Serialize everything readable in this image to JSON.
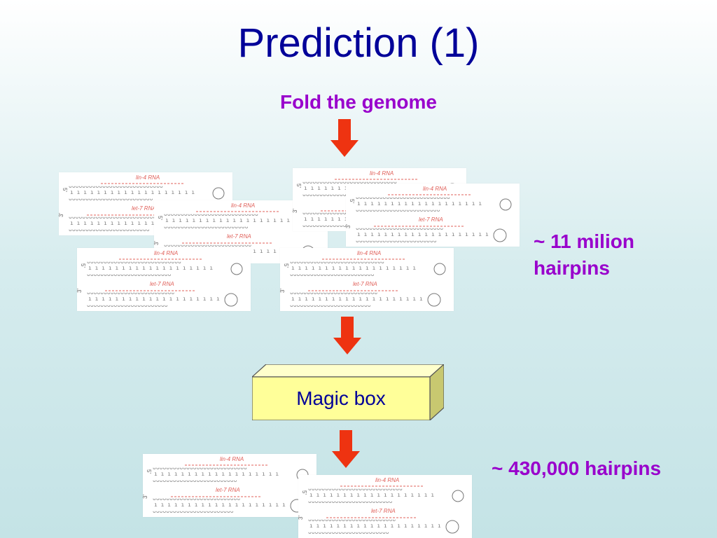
{
  "slide": {
    "title": "Prediction (1)",
    "subtitle": "Fold the genome",
    "annotation_top_line1": "~ 11 milion",
    "annotation_top_line2": "hairpins",
    "annotation_bottom": "~ 430,000 hairpins",
    "box_label": "Magic box"
  },
  "hairpin_card": {
    "upper_label": "lin-4 RNA",
    "lower_label": "let-7 RNA",
    "upper_seq_top": "ᴗᴗᴗᴗᴗᴗᴗᴗᴗᴗᴗᴗᴗᴗᴗᴗᴗᴗᴗᴗᴗᴗᴗᴗᴗᴗᴗᴗ",
    "upper_pairs": "ı ı ı ı  ı ı ı  ı ı ı ı ı  ı ı ı ı ı ı ı",
    "upper_seq_bottom": "ᴗᴗᴗᴗᴗᴗᴗᴗᴗᴗᴗᴗᴗᴗᴗᴗᴗᴗᴗᴗᴗᴗᴗᴗᴗ",
    "lower_seq_top": "ᴗᴗᴗᴗᴗᴗᴗᴗᴗᴗᴗᴗᴗᴗᴗᴗᴗᴗᴗᴗᴗᴗᴗᴗᴗᴗ",
    "lower_pairs": "ı ı ı ı ı ı ı ı ı ı ı ı ı ı ı ı ı ı ı ı",
    "lower_seq_bottom": "ᴗᴗᴗᴗᴗᴗᴗᴗᴗᴗᴗᴗᴗᴗᴗᴗᴗᴗᴗᴗᴗᴗᴗᴗ",
    "prime5": "5'",
    "prime3": "3'"
  },
  "colors": {
    "title": "#000099",
    "accent": "#9900cc",
    "arrow": "#ee3311",
    "box_face": "#ffff99"
  }
}
